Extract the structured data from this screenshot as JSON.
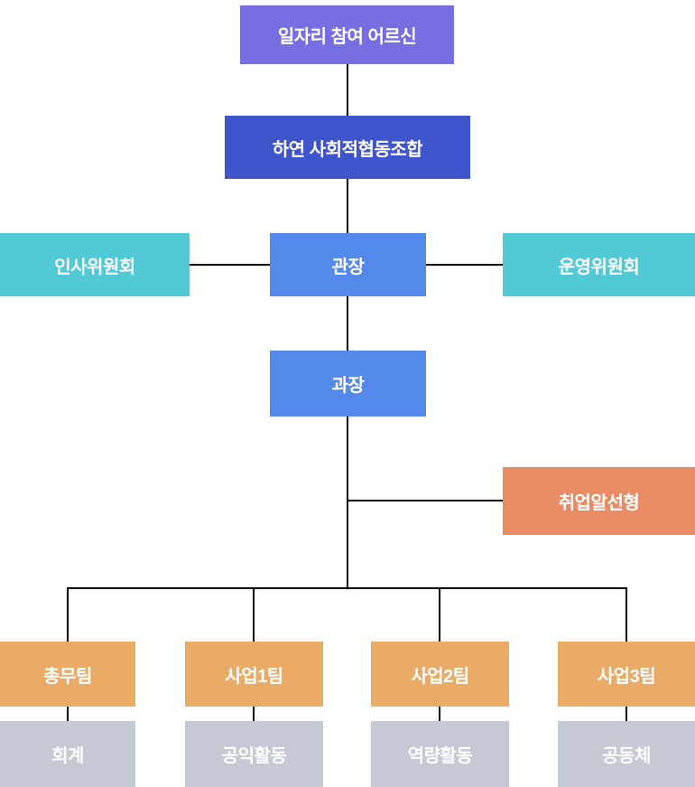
{
  "org_chart": {
    "nodes": {
      "participants": {
        "label": "일자리 참여 어르신",
        "color": "#776ee2"
      },
      "coop": {
        "label": "하연 사회적협동조합",
        "color": "#3f55cb"
      },
      "hr_committee": {
        "label": "인사위원회",
        "color": "#52cad6"
      },
      "director": {
        "label": "관장",
        "color": "#5289ea"
      },
      "steering_committee": {
        "label": "운영위원회",
        "color": "#52cad6"
      },
      "manager": {
        "label": "과장",
        "color": "#5289ea"
      },
      "job_placement": {
        "label": "취업알선형",
        "color": "#e98b63"
      }
    },
    "teams": [
      {
        "label": "총무팀",
        "sub_label": "회계"
      },
      {
        "label": "사업1팀",
        "sub_label": "공익활동"
      },
      {
        "label": "사업2팀",
        "sub_label": "역량활동"
      },
      {
        "label": "사업3팀",
        "sub_label": "공동체"
      }
    ],
    "team_color": "#eaab66",
    "sub_color": "#c4c9d4",
    "colors": {
      "connector": "#000000",
      "text": "#ffffff",
      "background": "#ffffff"
    }
  }
}
